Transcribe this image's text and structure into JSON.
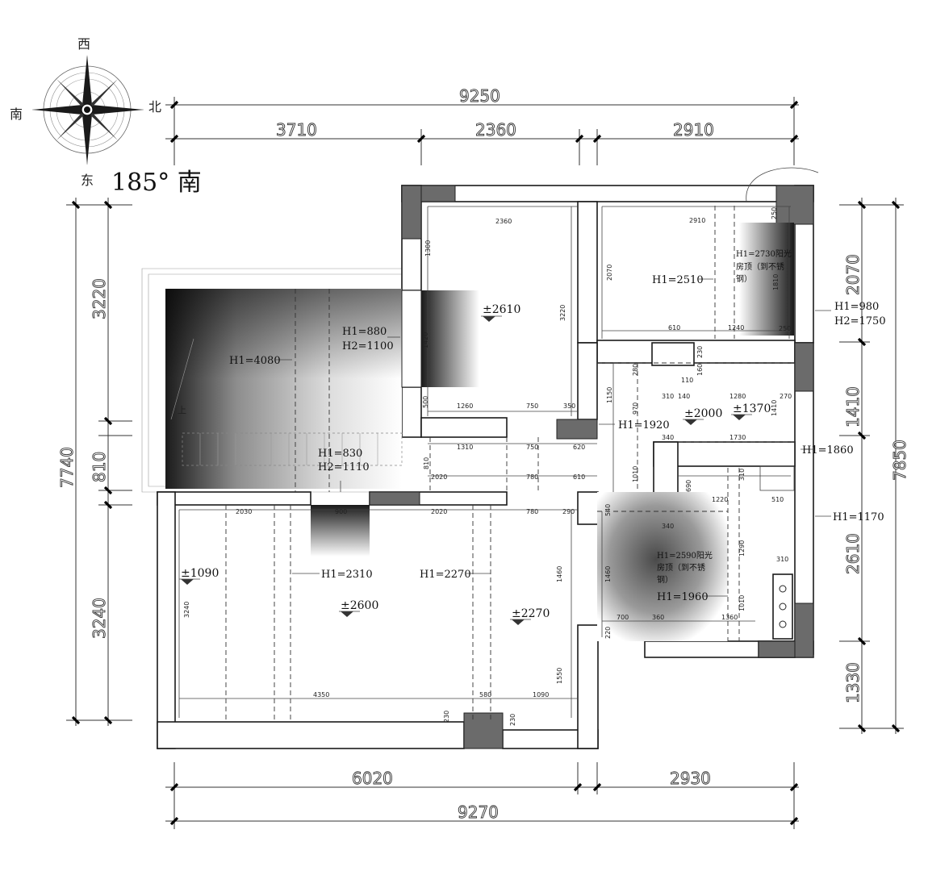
{
  "compass": {
    "west": "西",
    "south": "南",
    "north": "北",
    "east": "东",
    "orientation": "185° 南"
  },
  "dims_top": {
    "total": "9250",
    "a": "3710",
    "b": "2360",
    "c": "2910"
  },
  "dims_bottom": {
    "a": "6020",
    "b": "2930",
    "total": "9270"
  },
  "dims_left": {
    "total": "7740",
    "a": "3220",
    "b": "810",
    "c": "3240"
  },
  "dims_right": {
    "total": "7850",
    "a": "2070",
    "b": "1410",
    "c": "2610",
    "d": "1330"
  },
  "heights": {
    "h_4080": "H1=4080",
    "h_880": "H1=880",
    "h2_1100": "H2=1100",
    "h_830": "H1=830",
    "h2_1110": "H2=1110",
    "h_2510": "H1=2510",
    "h_2730": "H1=2730阳光",
    "h_2730_b": "房顶（到不锈",
    "h_2730_c": "钢）",
    "h_980": "H1=980",
    "h2_1750": "H2=1750",
    "h_1920": "H1=1920",
    "h_1860": "H1=1860",
    "h_1170": "H1=1170",
    "h_2310": "H1=2310",
    "h_2270": "H1=2270",
    "h_2590": "H1=2590阳光",
    "h_2590_b": "房顶（到不锈",
    "h_2590_c": "钢）",
    "h_1960": "H1=1960"
  },
  "levels": {
    "l2610": "±2610",
    "l2000": "±2000",
    "l1370": "±1370",
    "l1090": "±1090",
    "l2600": "±2600",
    "l2270": "±2270"
  },
  "small_dims": {
    "d2360": "2360",
    "d2910": "2910",
    "d1300": "1300",
    "d3220": "3220",
    "d2070": "2070",
    "d1810": "1810",
    "d250a": "250",
    "d250b": "250",
    "d610": "610",
    "d1240": "1240",
    "d230": "230",
    "d280": "280",
    "d160": "160",
    "d110": "110",
    "d310": "310",
    "d140": "140",
    "d1280": "1280",
    "d270": "270",
    "d1150": "1150",
    "d970": "970",
    "d1410": "1410",
    "d1420": "1420",
    "d500": "500",
    "d1260": "1260",
    "d750a": "750",
    "d350": "350",
    "d1310": "1310",
    "d750b": "750",
    "d620": "620",
    "d340a": "340",
    "d1730": "1730",
    "d810": "810",
    "d2020a": "2020",
    "d780a": "780",
    "d610b": "610",
    "d1010": "1010",
    "d690": "690",
    "d310b": "310",
    "d1220": "1220",
    "d510": "510",
    "d2030": "2030",
    "d900": "900",
    "d2020b": "2020",
    "d780b": "780",
    "d290": "290",
    "d540": "540",
    "d340b": "340",
    "d1290": "1290",
    "d310c": "310",
    "d3240": "3240",
    "d1460a": "1460",
    "d1460b": "1460",
    "d700": "700",
    "d360": "360",
    "d1360": "1360",
    "d1010b": "1010",
    "d220": "220",
    "d1550": "1550",
    "d4350": "4350",
    "d580": "580",
    "d1090": "1090",
    "d230b": "230",
    "d230c": "230",
    "stair_up": "上"
  }
}
